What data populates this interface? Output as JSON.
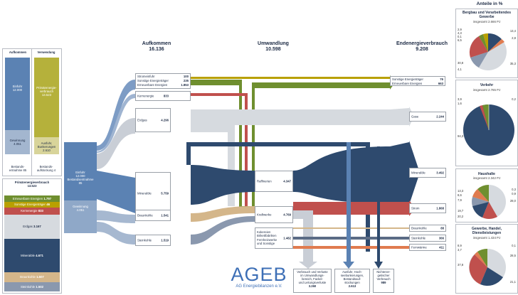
{
  "top_headers": {
    "aufkommen_label": "Aufkommen",
    "aufkommen_value": "16.136",
    "umwandlung_label": "Umwandlung",
    "umwandlung_value": "10.598",
    "endenergie_label": "Endenergieverbrauch",
    "endenergie_value": "9.208",
    "anteile_label": "Anteile in %"
  },
  "left_panel": {
    "col1_title": "Aufkommen",
    "col2_title": "Verwendung",
    "einfuhr_label": "Einfuhr",
    "einfuhr_value": "12.000",
    "gewinnung_label": "Gewinnung",
    "gewinnung_value": "4.051",
    "bestand_left": "Bestands-\nentnahme 85",
    "primaer_label": "Primärenergie-\nverbrauch",
    "primaer_value": "13.523",
    "ausfuhr_label": "Ausfuhr,\nBunkerungen",
    "ausfuhr_value": "2.610",
    "bestand_right": "Bestands-\naufstockung 4"
  },
  "primary_panel": {
    "title": "Primärenergieverbrauch",
    "total": "13.523",
    "items": [
      {
        "label": "Erneuerbare Energien",
        "value": "1.797",
        "color": "#6f8f2f"
      },
      {
        "label": "Sonstige Energieträger",
        "value": "46",
        "color": "#b9a000"
      },
      {
        "label": "Kernenergie",
        "value": "833",
        "color": "#c0504d"
      },
      {
        "label": "Erdgas",
        "value": "3.167",
        "color": "#d6dadf"
      },
      {
        "label": "Mineralöle",
        "value": "4.671",
        "color": "#2e4a6e"
      },
      {
        "label": "Braunkohle",
        "value": "1.507",
        "color": "#d4b68a"
      },
      {
        "label": "Steinkohle",
        "value": "1.502",
        "color": "#8a98ae"
      }
    ]
  },
  "source_block": {
    "einfuhr_label": "Einfuhr",
    "einfuhr_value": "12.000",
    "bestand_label": "Bestandsentnahme",
    "bestand_value": "85",
    "gewinnung_label": "Gewinnung",
    "gewinnung_value": "4.051"
  },
  "supply_boxes": [
    {
      "label": "Stromeinfuhr",
      "value": "100"
    },
    {
      "label": "Sonstige Energieträger",
      "value": "235"
    },
    {
      "label": "Erneuerbare Energien",
      "value": "1.853"
    },
    {
      "label": "Kernenergie",
      "value": "833"
    },
    {
      "label": "Erdgas",
      "value": "4.296"
    },
    {
      "label": "Mineralöle",
      "value": "5.759"
    },
    {
      "label": "Braunkohle",
      "value": "1.541"
    },
    {
      "label": "Steinkohle",
      "value": "1.519"
    }
  ],
  "conversion_boxes": [
    {
      "label": "Raffinerien",
      "value": "4.347"
    },
    {
      "label": "Kraftwerke",
      "value": "4.769"
    },
    {
      "label": "Kokereien\nBrikettfabriken\nFernheizwerke\nund Sonstige",
      "value": "1.482"
    }
  ],
  "final_boxes": [
    {
      "label": "Sonstige Energieträger",
      "value": "76"
    },
    {
      "label": "Erneuerbare Energien",
      "value": "663"
    },
    {
      "label": "Gase",
      "value": "2.244"
    },
    {
      "label": "Mineralöle",
      "value": "3.492"
    },
    {
      "label": "Strom",
      "value": "1.868"
    },
    {
      "label": "Braunkohle",
      "value": "88"
    },
    {
      "label": "Steinkohle",
      "value": "366"
    },
    {
      "label": "Fernwärme",
      "value": "411"
    }
  ],
  "loss_boxes": [
    {
      "label": "Verbrauch und Verluste\nim Umwandlungs-\nbereich, Fackel-\nund Leitungsverluste",
      "value": "3.260"
    },
    {
      "label": "Ausfuhr, Hoch-\nseebunkerungen,\nBestandsauf-\nstockungen",
      "value": "2.613"
    },
    {
      "label": "Nichtener-\ngetischer\nVerbrauch",
      "value": "989"
    }
  ],
  "logo": {
    "name": "AGEB",
    "subtitle": "AG Energiebilanzen e.V."
  },
  "pies": [
    {
      "title": "Bergbau und Verarbeitendes\nGewerbe",
      "subtitle": "insgesamt 2.666 PJ",
      "labels_left": [
        "2,9",
        "4,3",
        "0,1",
        "6,5",
        "30,8",
        "4,1"
      ],
      "labels_right": [
        "13,4",
        "2,8",
        "35,3"
      ]
    },
    {
      "title": "Verkehr",
      "subtitle": "insgesamt 2.765 PJ",
      "labels_left": [
        "3,9",
        "1,6",
        "94,3"
      ],
      "labels_right": [
        "0,2"
      ]
    },
    {
      "title": "Haushalte",
      "subtitle": "insgesamt 2.342 PJ",
      "labels_left": [
        "13,3",
        "8,6",
        "7,9",
        "19,7",
        "20,2"
      ],
      "labels_right": [
        "0,3",
        "0,9",
        "28,0"
      ]
    },
    {
      "title": "Gewerbe, Handel,\nDienstleistungen",
      "subtitle": "insgesamt 1.434 PJ",
      "labels_left": [
        "8,9",
        "3,7",
        "37,8"
      ],
      "labels_right": [
        "0,1",
        "28,5",
        "21,1"
      ]
    }
  ],
  "colors": {
    "renewables": "#6f8f2f",
    "other": "#b9a000",
    "nuclear": "#c0504d",
    "gas": "#d6dadf",
    "oil": "#2e4a6e",
    "lignite": "#d4b68a",
    "hardcoal": "#8a98ae",
    "import": "#4e79a7",
    "district_heat": "#e07b4f",
    "ageb_blue": "#3d6fb6"
  }
}
